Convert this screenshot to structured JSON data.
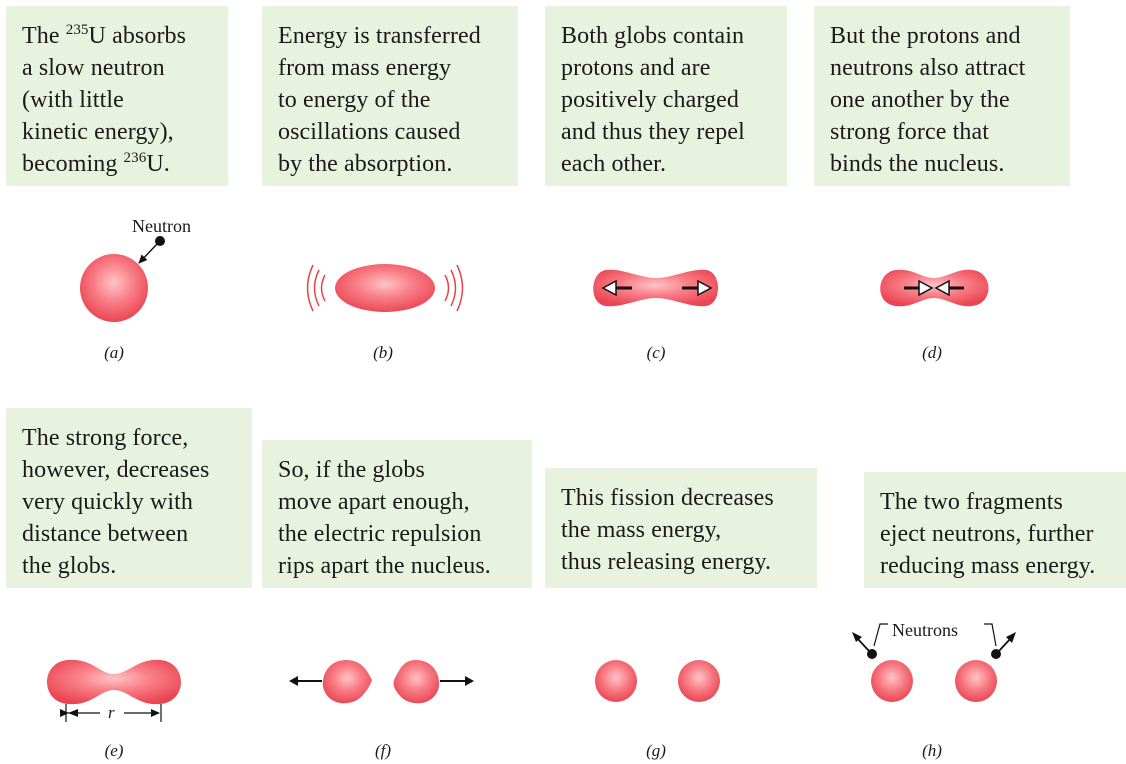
{
  "panels": {
    "a": {
      "label": "(a)",
      "pre": "The ",
      "iso1": "235",
      "mid": "U absorbs\na slow neutron\n(with little\nkinetic energy),\nbecoming ",
      "iso2": "236",
      "post": "U.",
      "annotation": "Neutron"
    },
    "b": {
      "label": "(b)",
      "text": "Energy is transferred\nfrom mass energy\nto energy of the\noscillations  caused\nby the absorption."
    },
    "c": {
      "label": "(c)",
      "text": "Both globs contain\nprotons and are\npositively charged\nand thus they repel\neach other."
    },
    "d": {
      "label": "(d)",
      "text": "But the protons and\nneutrons also attract\none another by the\nstrong force that\nbinds the nucleus."
    },
    "e": {
      "label": "(e)",
      "text": "The strong force,\nhowever, decreases\nvery quickly with\ndistance between\nthe globs.",
      "annotation": "r"
    },
    "f": {
      "label": "(f)",
      "text": "So, if the globs\nmove apart enough,\nthe electric repulsion\nrips apart the nucleus."
    },
    "g": {
      "label": "(g)",
      "text": "This fission  decreases\nthe mass energy,\nthus releasing energy."
    },
    "h": {
      "label": "(h)",
      "text": "The two fragments\neject neutrons, further\nreducing mass energy.",
      "annotation": "Neutrons"
    }
  },
  "colors": {
    "caption_bg": "#e8f3df",
    "nucleus": "#f0505a",
    "nucleus_highlight": "#ffc4c6",
    "arrow": "#111111"
  }
}
